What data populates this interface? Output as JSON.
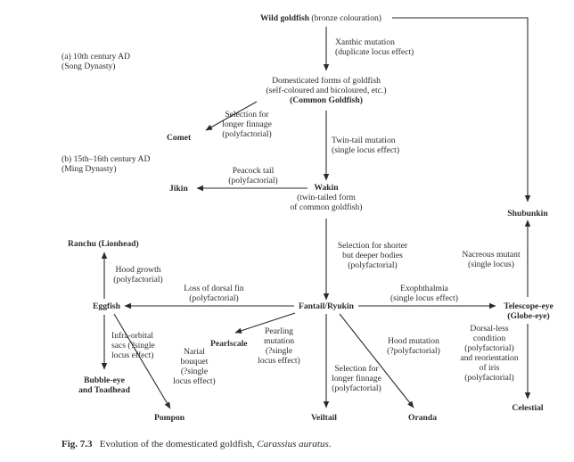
{
  "nodes": {
    "wild_name": "Wild goldfish",
    "wild_note": "(bronze colouration)",
    "domesticated_line1": "Domesticated forms of goldfish",
    "domesticated_line2": "(self-coloured and bicoloured, etc.)",
    "common_goldfish": "(Common Goldfish)",
    "comet": "Comet",
    "jikin": "Jikin",
    "wakin": "Wakin",
    "wakin_note1": "(twin-tailed form",
    "wakin_note2": "of common goldfish)",
    "shubunkin": "Shubunkin",
    "ranchu": "Ranchu (Lionhead)",
    "eggfish": "Eggfish",
    "fantail": "Fantail/Ryukin",
    "telescope1": "Telescope-eye",
    "telescope2": "(Globe-eye)",
    "pearlscale": "Pearlscale",
    "bubble1": "Bubble-eye",
    "bubble2": "and Toadhead",
    "pompon": "Pompon",
    "veiltail": "Veiltail",
    "oranda": "Oranda",
    "celestial": "Celestial"
  },
  "periods": {
    "song1": "(a) 10th century AD",
    "song2": "(Song Dynasty)",
    "ming1": "(b) 15th–16th century AD",
    "ming2": "(Ming Dynasty)"
  },
  "edges": {
    "xanthic1": "Xanthic mutation",
    "xanthic2": "(duplicate locus effect)",
    "finnage1": "Selection for",
    "finnage2": "longer finnage",
    "finnage3": "(polyfactorial)",
    "twintail1": "Twin-tail mutation",
    "twintail2": "(single locus effect)",
    "peacock1": "Peacock tail",
    "peacock2": "(polyfactorial)",
    "shorter1": "Selection for shorter",
    "shorter2": "but deeper bodies",
    "shorter3": "(polyfactorial)",
    "nacreous1": "Nacreous mutant",
    "nacreous2": "(single locus)",
    "hood1": "Hood growth",
    "hood2": "(polyfactorial)",
    "dorsal1": "Loss of dorsal fin",
    "dorsal2": "(polyfactorial)",
    "exoph1": "Exophthalmia",
    "exoph2": "(single locus effect)",
    "infra1": "Infra-orbital",
    "infra2": "sacs (?single",
    "infra3": "locus effect)",
    "narial1": "Narial",
    "narial2": "bouquet",
    "narial3": "(?single",
    "narial4": "locus effect)",
    "pearling1": "Pearling",
    "pearling2": "mutation",
    "pearling3": "(?single",
    "pearling4": "locus effect)",
    "veil1": "Selection for",
    "veil2": "longer finnage",
    "veil3": "(polyfactorial)",
    "hoodmut1": "Hood mutation",
    "hoodmut2": "(?polyfactorial)",
    "dorsalless1": "Dorsal-less",
    "dorsalless2": "condition",
    "dorsalless3": "(polyfactorial)",
    "dorsalless4": "and reorientation",
    "dorsalless5": "of iris",
    "dorsalless6": "(polyfactorial)"
  },
  "caption": {
    "label": "Fig. 7.3",
    "text": "Evolution of the domesticated goldfish,",
    "species": "Carassius auratus",
    "end": "."
  }
}
